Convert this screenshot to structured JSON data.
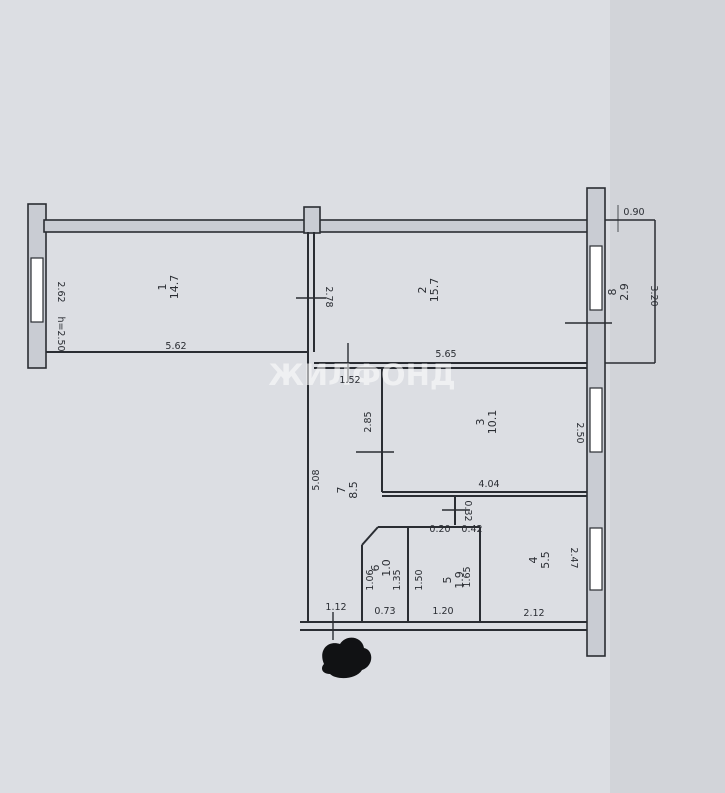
{
  "watermark": "ЖИЛФОНД",
  "colors": {
    "paper": "#dcdee3",
    "wall": "#2a2d33",
    "wall_fill": "#c9ccd3",
    "window": "#ffffff"
  },
  "rooms": [
    {
      "number": "1",
      "area": "14.7"
    },
    {
      "number": "2",
      "area": "15.7"
    },
    {
      "number": "3",
      "area": "10.1"
    },
    {
      "number": "4",
      "area": "5.5"
    },
    {
      "number": "5",
      "area": "1.9"
    },
    {
      "number": "6",
      "area": "1.0"
    },
    {
      "number": "7",
      "area": "8.5"
    },
    {
      "number": "8",
      "area": "2.9"
    }
  ],
  "dimensions": {
    "room1_length": "5.62",
    "room1_width": "2.62",
    "ceiling_height": "h=2.50",
    "partition_1_2": "2.78",
    "room2_length": "5.65",
    "balcony_depth": "0.90",
    "balcony_length": "3.20",
    "opening": "1.52",
    "room3_width": "2.85",
    "room3_side": "2.50",
    "room3_length": "4.04",
    "hall_length": "5.08",
    "d_020": "0.20",
    "d_042": "0.42",
    "d_032": "0.32",
    "room4_side": "2.47",
    "room4_length": "2.12",
    "d_165": "1.65",
    "d_150": "1.50",
    "d_135": "1.35",
    "d_106": "1.06",
    "d_073": "0.73",
    "d_120": "1.20",
    "d_112": "1.12"
  }
}
